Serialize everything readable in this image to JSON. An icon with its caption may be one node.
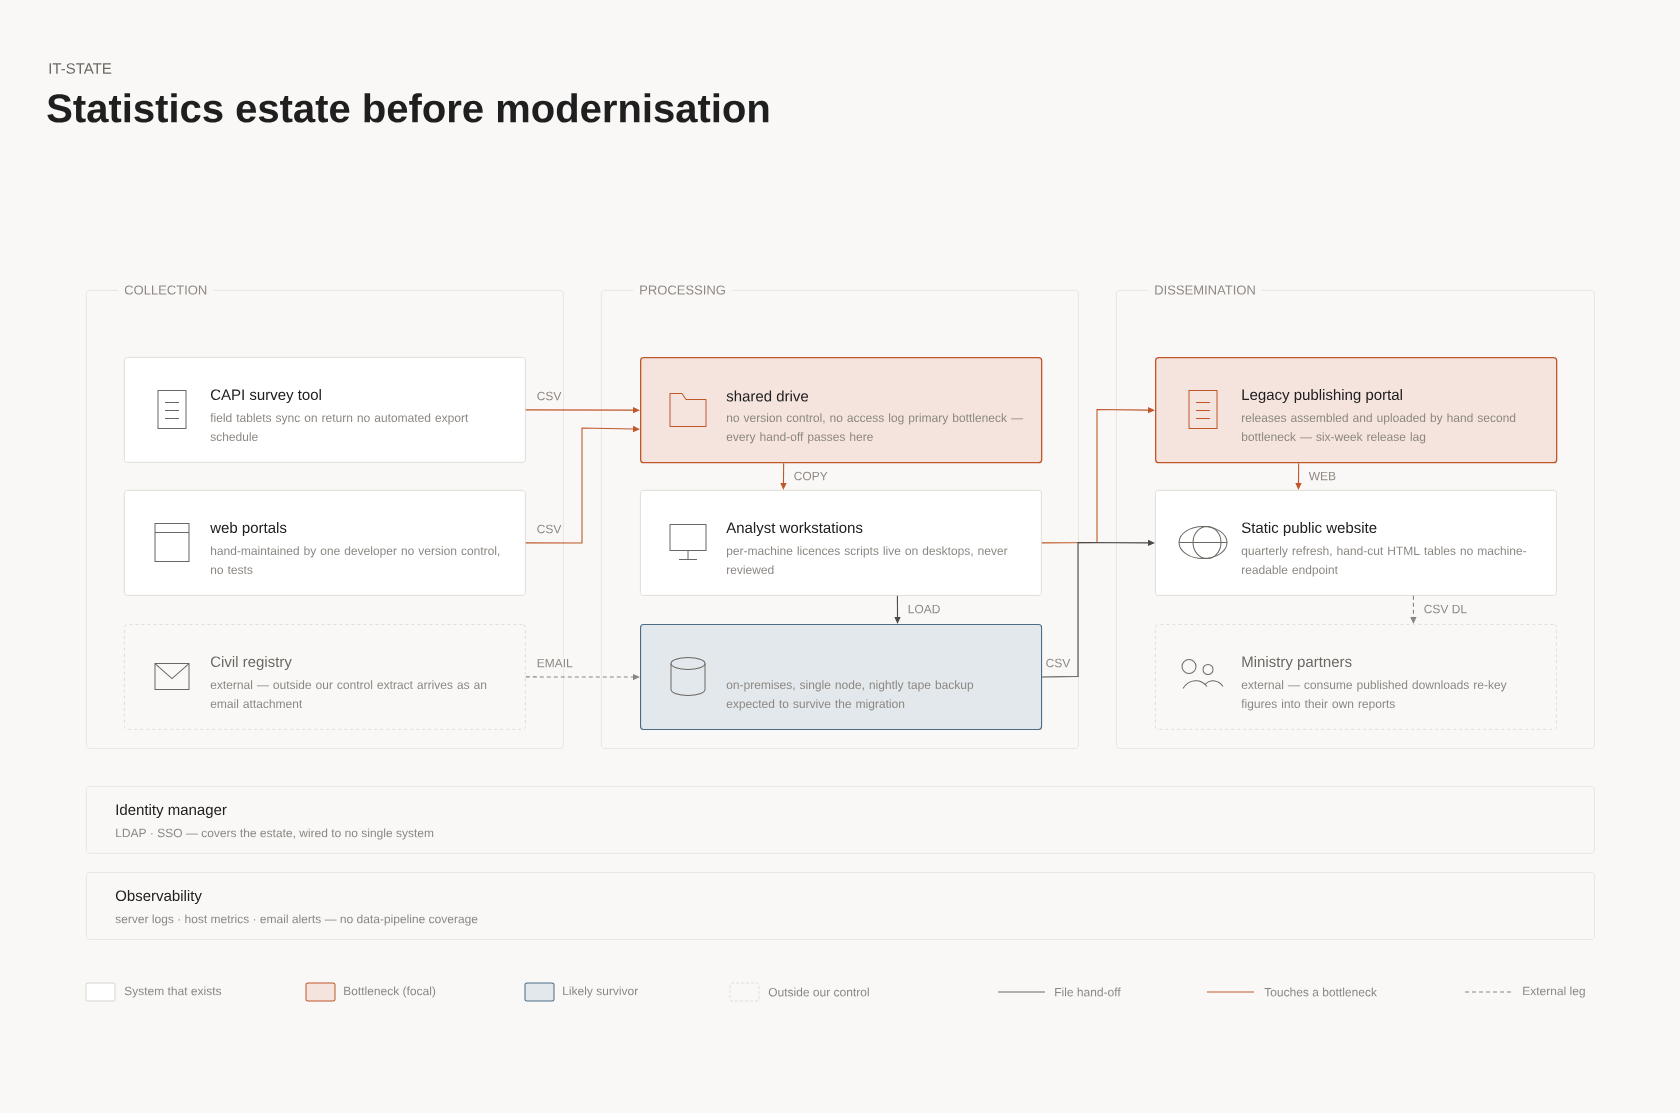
{
  "diagram": {
    "title": "Statistics estate before modernisation",
    "nodes": [
      {
        "text": [
          "COLLECTION"
        ]
      },
      {
        "text": [
          "PROCESSING"
        ]
      },
      {
        "text": [
          "DISSEMINATION"
        ]
      },
      {
        "text": [
          "CAPI survey tool",
          "field tablets sync on return no automated export schedule"
        ],
        "in": 0
      },
      {
        "text": [
          "web portals",
          "hand-maintained by one developer no version control, no tests"
        ],
        "in": 0
      },
      {
        "text": [
          "Civil registry",
          "external — outside our control extract arrives as an email attachment"
        ],
        "in": 0
      },
      {
        "text": [
          "shared drive",
          "no version control, no access log primary bottleneck — every hand-off passes here"
        ],
        "in": 1
      },
      {
        "text": [
          "Analyst workstations",
          "per-machine licences scripts live on desktops, never reviewed"
        ],
        "in": 1
      },
      {
        "text": [
          "on-premises, single node, nightly tape backup expected to survive the migration"
        ],
        "in": 1
      },
      {
        "text": [
          "Legacy publishing portal",
          "releases assembled and uploaded by hand second bottleneck — six-week release lag"
        ],
        "in": 2
      },
      {
        "text": [
          "Static public website",
          "quarterly refresh, hand-cut HTML tables no machine-readable endpoint"
        ],
        "in": 2
      },
      {
        "text": [
          "Ministry partners",
          "external — consume published downloads re-key figures into their own reports"
        ],
        "in": 2
      },
      {
        "text": [
          "Identity manager",
          "LDAP · SSO — covers the estate, wired to no single system"
        ]
      },
      {
        "text": [
          "Observability",
          "server logs · host metrics · email alerts — no data-pipeline coverage"
        ]
      }
    ],
    "edges": [
      {
        "from": 3,
        "to": 6,
        "arrow": "to",
        "label": "CSV"
      },
      {
        "from": 4,
        "to": 6,
        "arrow": "to",
        "label": "CSV"
      },
      {
        "from": 5,
        "to": 8,
        "arrow": "to",
        "label": "EMAIL",
        "style": "dashed",
        "color": "#8a8580"
      },
      {
        "from": 6,
        "to": 7,
        "arrow": "to",
        "label": "COPY"
      },
      {
        "from": 7,
        "to": 8,
        "arrow": "to",
        "label": "LOAD",
        "color": "#4a4a48"
      },
      {
        "from": 7,
        "to": 9,
        "arrow": "to"
      },
      {
        "from": 8,
        "to": 10,
        "arrow": "to",
        "label": "CSV",
        "color": "#4a4a48"
      },
      {
        "from": 9,
        "to": 10,
        "arrow": "to",
        "label": "WEB"
      },
      {
        "from": 10,
        "to": 11,
        "arrow": "to",
        "label": "CSV DL",
        "style": "dashed",
        "color": "#8a8580"
      }
    ],
    "labels": [
      "IT-STATE"
    ],
    "legend": [
      {
        "text": "System that exists",
        "color": "#ffffff"
      },
      {
        "text": "Bottleneck (focal)",
        "color": "#f5e4de"
      },
      {
        "text": "Likely survivor",
        "color": "#e2e8eb"
      },
      {
        "text": "Outside our control"
      },
      {
        "text": "File hand-off"
      },
      {
        "text": "Touches a bottleneck"
      },
      {
        "text": "External leg"
      }
    ]
  }
}
